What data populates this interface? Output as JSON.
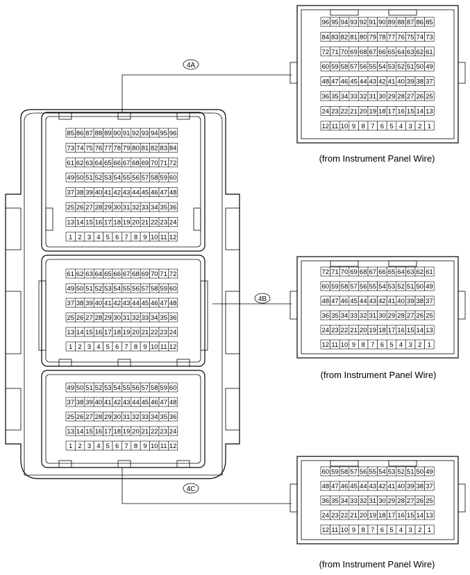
{
  "tags": {
    "a": "4A",
    "b": "4B",
    "c": "4C"
  },
  "captions": {
    "a": "(from Instrument Panel Wire)",
    "b": "(from Instrument Panel Wire)",
    "c": "(from Instrument Panel Wire)"
  },
  "connectors": {
    "main_4a": 96,
    "main_4b": 72,
    "main_4c": 60,
    "side_4a": 96,
    "side_4b": 72,
    "side_4c": 60
  }
}
